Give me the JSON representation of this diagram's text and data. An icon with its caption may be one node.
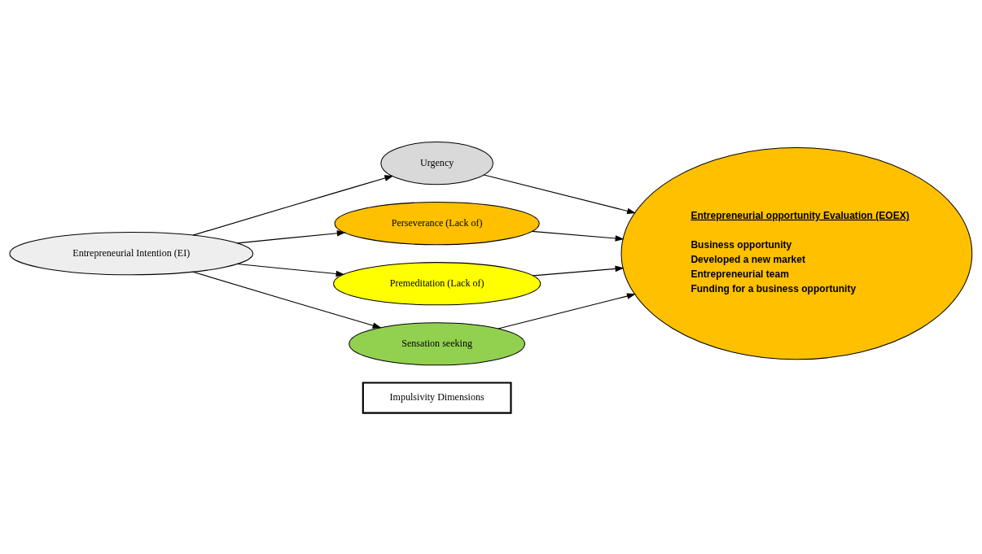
{
  "diagram": {
    "nodes": [
      {
        "text": [
          "Impulsivity Dimensions"
        ]
      },
      {
        "text": [
          "Entrepreneurial Intention (EI)"
        ]
      },
      {
        "text": [
          "Urgency"
        ]
      },
      {
        "text": [
          "Perseverance (Lack of)"
        ]
      },
      {
        "text": [
          "Premeditation (Lack of)"
        ]
      },
      {
        "text": [
          "Sensation seeking"
        ]
      },
      {
        "text": [
          "Entrepreneurial opportunity Evaluation (EOEX)",
          "Business opportunity",
          "Developed a new market",
          "Entrepreneurial team",
          "Funding for a business opportunity"
        ]
      }
    ],
    "edges": [
      {
        "from": 1,
        "to": 2,
        "arrow": "to"
      },
      {
        "from": 1,
        "to": 3,
        "arrow": "to"
      },
      {
        "from": 1,
        "to": 4,
        "arrow": "to"
      },
      {
        "from": 1,
        "to": 5,
        "arrow": "to"
      },
      {
        "from": 2,
        "to": 6,
        "arrow": "to"
      },
      {
        "from": 3,
        "to": 6,
        "arrow": "to"
      },
      {
        "from": 4,
        "to": 6,
        "arrow": "to"
      },
      {
        "from": 5,
        "to": 6,
        "arrow": "to"
      }
    ]
  }
}
